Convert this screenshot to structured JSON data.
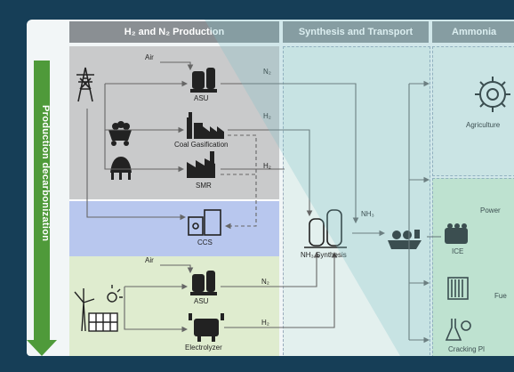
{
  "headers": {
    "production": "H₂ and N₂ Production",
    "synthesis": "Synthesis and Transport",
    "ammonia": "Ammonia"
  },
  "side_label": "Production decarbonization",
  "nodes": {
    "air_top": "Air",
    "asu_top": "ASU",
    "coal": "Coal Gasification",
    "smr": "SMR",
    "ccs": "CCS",
    "air_bottom": "Air",
    "asu_bottom": "ASU",
    "electrolyzer": "Electrolyzer",
    "synthesis": "NH₃ Synthesis",
    "agriculture": "Agriculture",
    "power": "Power",
    "ice": "ICE",
    "fuel": "Fue",
    "cracking": "Cracking Pl"
  },
  "flows": {
    "n2_top": "N₂",
    "h2_coal": "H₂",
    "h2_smr": "H₂",
    "nh3": "NH₃",
    "n2_bottom": "N₂",
    "h2_bottom": "H₂"
  },
  "colors": {
    "frame": "#163e57",
    "header": "#8a8f93",
    "fossil_zone": "#c9cacb",
    "ccs_zone": "#b8c7ee",
    "green_zone": "#dfeccf",
    "side_arrow": "#4f9a3a",
    "transport_zone": "#e3f0ee",
    "use_zone": "#d7efd3"
  }
}
